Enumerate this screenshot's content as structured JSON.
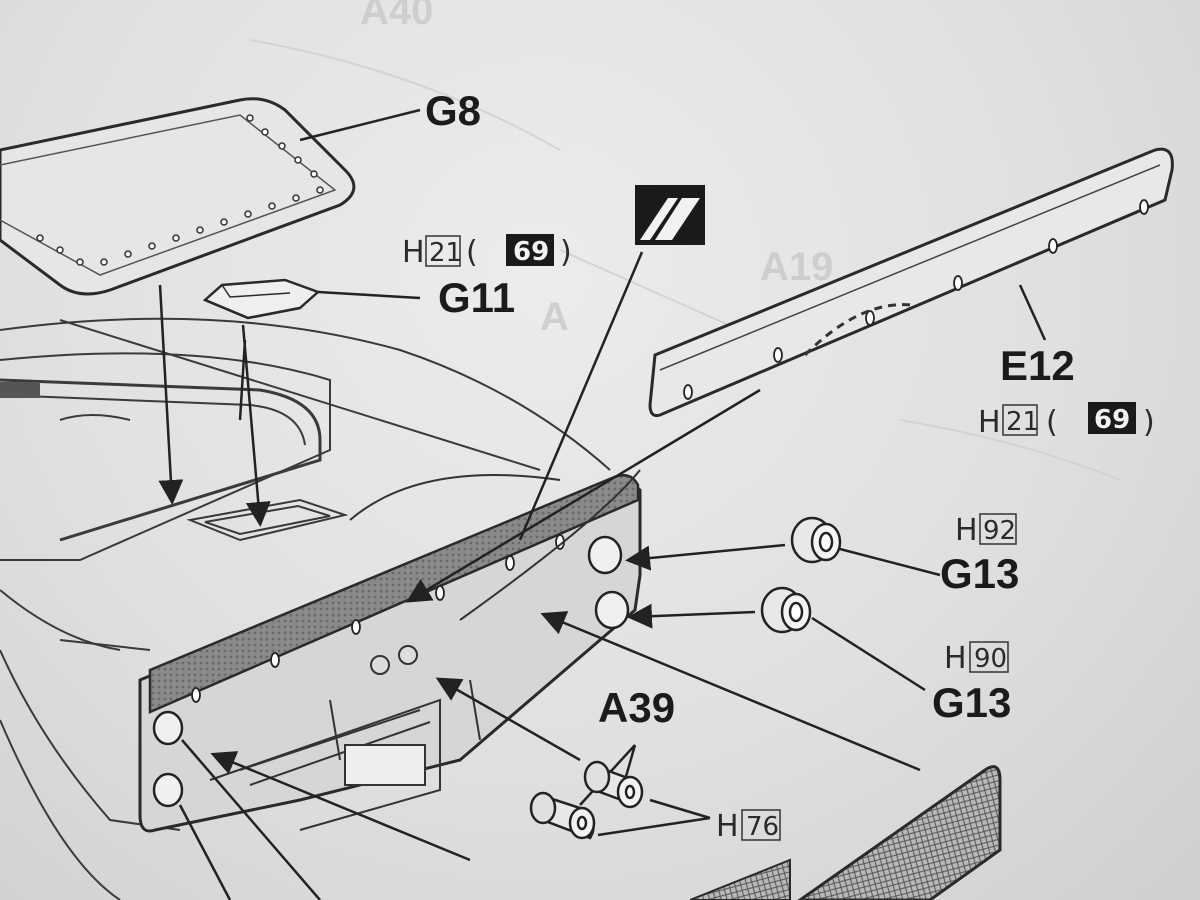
{
  "labels": {
    "g8": "G8",
    "g11": "G11",
    "e12": "E12",
    "g13_top": "G13",
    "g13_bottom": "G13",
    "a39": "A39"
  },
  "paint_refs": [
    {
      "prefix": "H",
      "box": "21",
      "paren_open": "(",
      "inv": "69",
      "paren_close": ")"
    },
    {
      "prefix": "H",
      "box": "21",
      "paren_open": "(",
      "inv": "69",
      "paren_close": ")"
    }
  ],
  "part_codes": {
    "h92": {
      "prefix": "H",
      "box": "92"
    },
    "h90": {
      "prefix": "H",
      "box": "90"
    },
    "h76": {
      "prefix": "H",
      "box": "76"
    }
  },
  "bleed_through": [
    "A40",
    "A19",
    "A"
  ]
}
